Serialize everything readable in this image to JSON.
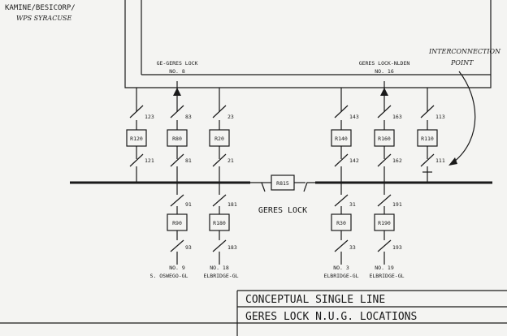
{
  "header": {
    "kamine": "KAMINE/BESICORP/",
    "wps": "WPS SYRACUSE"
  },
  "labels": {
    "ge_geres": "GE-GERES LOCK",
    "no8": "NO. 8",
    "geres_niden": "GERES LOCK-NLDEN",
    "no16": "NO. 16",
    "interconn1": "INTERCONNECTION",
    "interconn2": "POINT",
    "geres_lock": "GERES LOCK",
    "no9": "NO. 9",
    "oswego": "S. OSWEGO-GL",
    "no18": "NO. 18",
    "elbridge18": "ELBRIDGE-GL",
    "no3": "NO. 3",
    "elbridge3": "ELBRIDGE-GL",
    "no19": "NO. 19",
    "elbridge19": "ELBRIDGE-GL"
  },
  "title_block": {
    "line1": "CONCEPTUAL SINGLE LINE",
    "line2": "GERES LOCK N.U.G. LOCATIONS"
  },
  "upper_breakers": {
    "b1": {
      "top": "123",
      "relay": "R120",
      "bot": "121"
    },
    "b2": {
      "top": "83",
      "relay": "R80",
      "bot": "81"
    },
    "b3": {
      "top": "23",
      "relay": "R20",
      "bot": "21"
    },
    "b4": {
      "top": "143",
      "relay": "R140",
      "bot": "142"
    },
    "b5": {
      "top": "163",
      "relay": "R160",
      "bot": "162"
    },
    "b6": {
      "top": "113",
      "relay": "R110",
      "bot": "111"
    }
  },
  "tie_relay": "R815",
  "lower_breakers": {
    "c1": {
      "top": "91",
      "relay": "R90",
      "bot": "93"
    },
    "c2": {
      "top": "181",
      "relay": "R180",
      "bot": "183"
    },
    "c3": {
      "top": "31",
      "relay": "R30",
      "bot": "33"
    },
    "c4": {
      "top": "191",
      "relay": "R190",
      "bot": "193"
    }
  }
}
